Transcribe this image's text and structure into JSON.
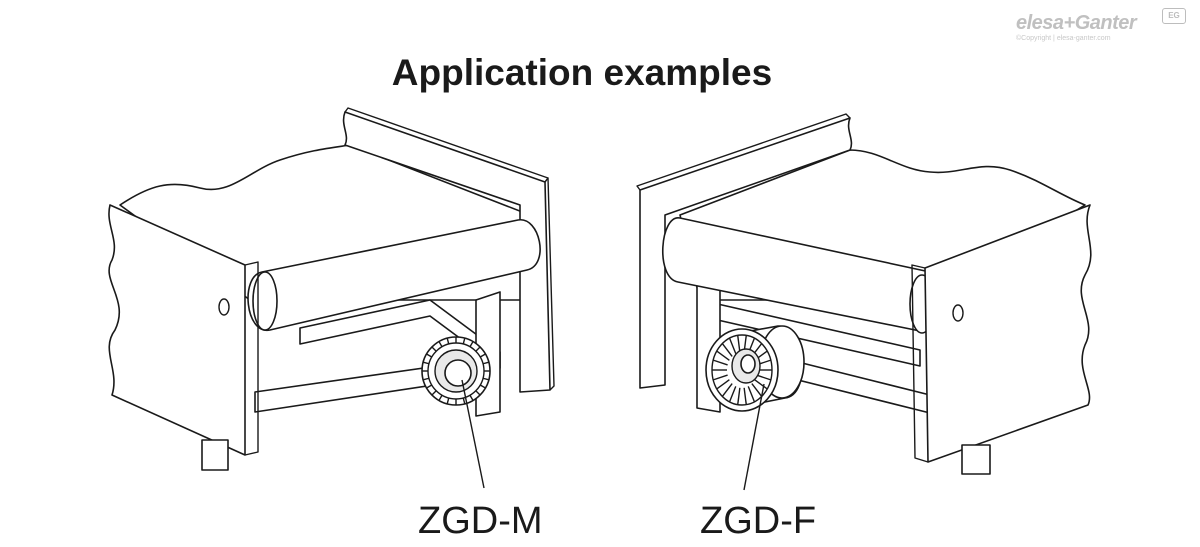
{
  "title": "Application examples",
  "labels": {
    "left": "ZGD-M",
    "right": "ZGD-F"
  },
  "logo": {
    "brand": "elesa+Ganter",
    "badge": "EG",
    "copyright": "©Copyright | elesa-ganter.com"
  }
}
